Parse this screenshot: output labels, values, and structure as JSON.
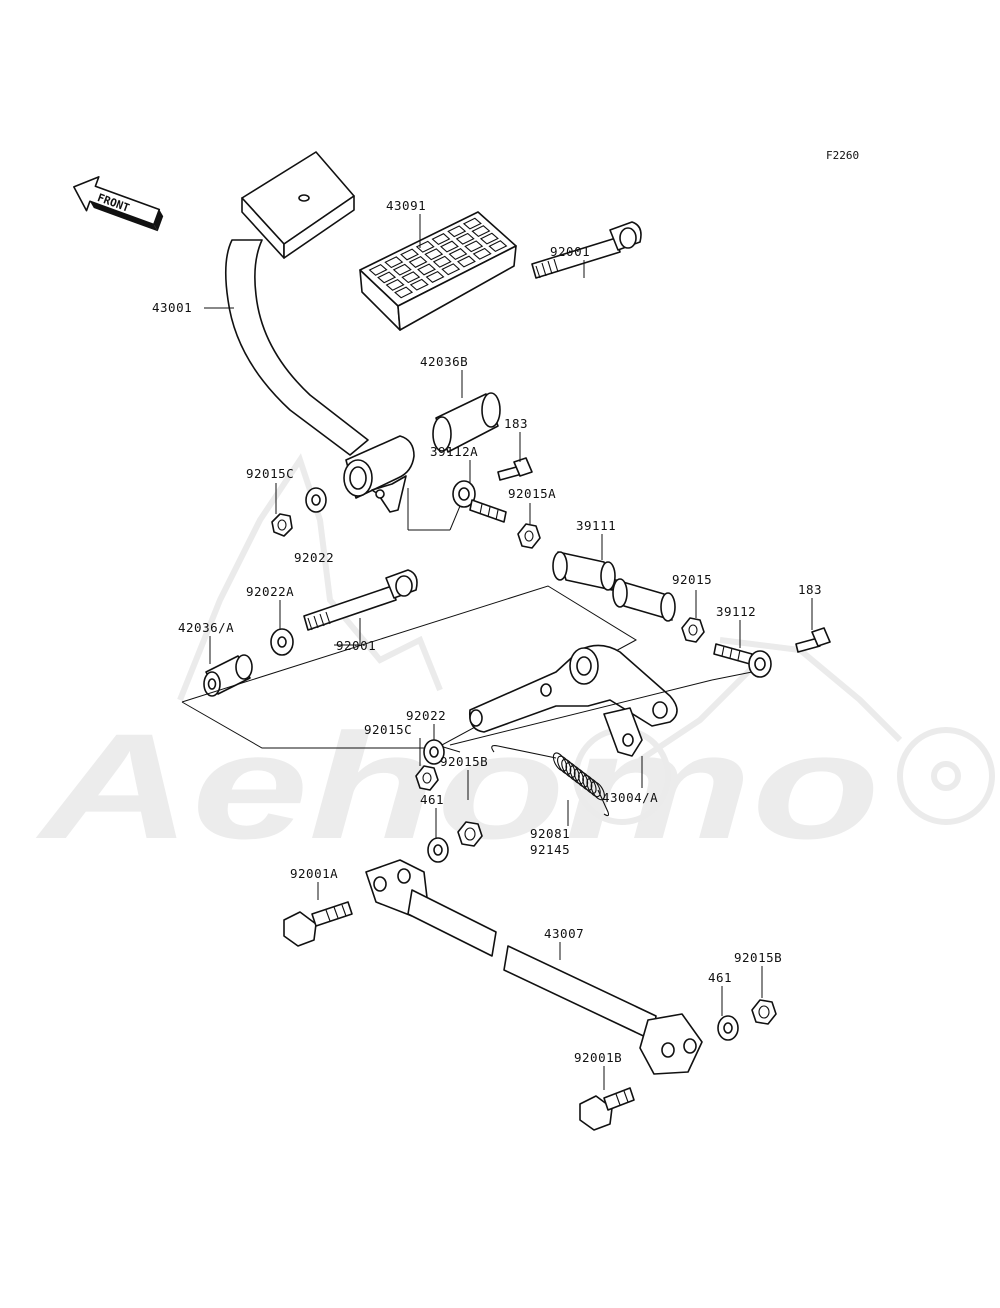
{
  "figure_code": "F2260",
  "front_arrow": {
    "text": "FRONT",
    "icon": "front-arrow-icon"
  },
  "watermark": {
    "text": "Aehomo"
  },
  "parts": [
    {
      "id": "p43001",
      "label": "43001"
    },
    {
      "id": "p43091",
      "label": "43091"
    },
    {
      "id": "p92001a_top",
      "label": "92001"
    },
    {
      "id": "p42036b",
      "label": "42036B"
    },
    {
      "id": "p183a",
      "label": "183"
    },
    {
      "id": "p39112a",
      "label": "39112A"
    },
    {
      "id": "p92015c_top",
      "label": "92015C"
    },
    {
      "id": "p92015a",
      "label": "92015A"
    },
    {
      "id": "p39111",
      "label": "39111"
    },
    {
      "id": "p92022_top",
      "label": "92022"
    },
    {
      "id": "p92022a",
      "label": "92022A"
    },
    {
      "id": "p92015",
      "label": "92015"
    },
    {
      "id": "p183b",
      "label": "183"
    },
    {
      "id": "p39112",
      "label": "39112"
    },
    {
      "id": "p42036a",
      "label": "42036/A"
    },
    {
      "id": "p92001_mid",
      "label": "92001"
    },
    {
      "id": "p92022_mid",
      "label": "92022"
    },
    {
      "id": "p92015c_mid",
      "label": "92015C"
    },
    {
      "id": "p92015b_mid",
      "label": "92015B"
    },
    {
      "id": "p43004a",
      "label": "43004/A"
    },
    {
      "id": "p461_mid",
      "label": "461"
    },
    {
      "id": "p92081",
      "label": "92081"
    },
    {
      "id": "p92145",
      "label": "92145"
    },
    {
      "id": "p92001a",
      "label": "92001A"
    },
    {
      "id": "p43007",
      "label": "43007"
    },
    {
      "id": "p92015b_low",
      "label": "92015B"
    },
    {
      "id": "p461_low",
      "label": "461"
    },
    {
      "id": "p92001b",
      "label": "92001B"
    }
  ]
}
